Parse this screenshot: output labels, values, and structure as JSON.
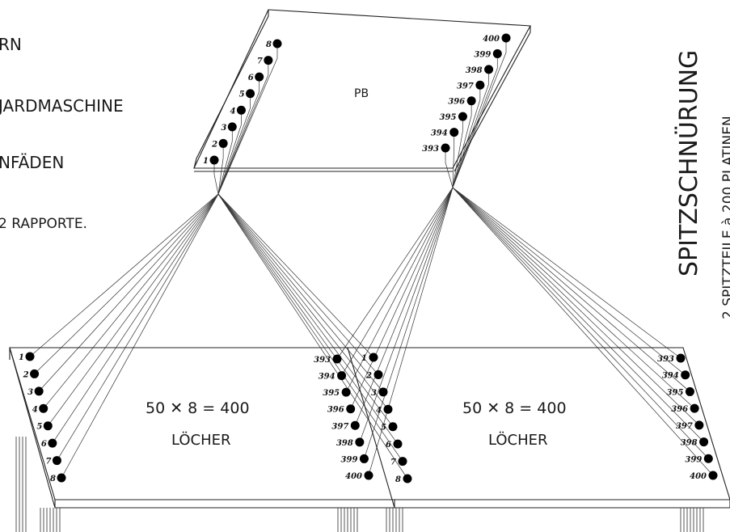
{
  "left_labels": [
    {
      "text": "RN"
    },
    {
      "text": "JARDMASCHINE"
    },
    {
      "text": "NFÄDEN"
    },
    {
      "text": "2 RAPPORTE."
    }
  ],
  "vertical_title": "SPITZSCHNÜRUNG",
  "vertical_subtitle": "2 SPITZTEILE à 200 PLATINEN",
  "top_board": {
    "label": "PB",
    "left_numbers": [
      "1",
      "2",
      "3",
      "4",
      "5",
      "6",
      "7",
      "8"
    ],
    "right_numbers": [
      "393",
      "394",
      "395",
      "396",
      "397",
      "398",
      "399",
      "400"
    ]
  },
  "bottom_boards": [
    {
      "formula": "50 ✕ 8 = 400",
      "caption": "LÖCHER",
      "left_numbers": [
        "1",
        "2",
        "3",
        "4",
        "5",
        "6",
        "7",
        "8"
      ],
      "right_numbers": [
        "393",
        "394",
        "395",
        "396",
        "397",
        "398",
        "399",
        "400"
      ]
    },
    {
      "formula": "50 ✕ 8 = 400",
      "caption": "LÖCHER",
      "left_numbers": [
        "1",
        "2",
        "3",
        "4",
        "5",
        "6",
        "7",
        "8"
      ],
      "right_numbers": [
        "393",
        "394",
        "395",
        "396",
        "397",
        "398",
        "399",
        "400"
      ]
    }
  ],
  "colors": {
    "ink": "#111111",
    "paper": "#ffffff"
  }
}
